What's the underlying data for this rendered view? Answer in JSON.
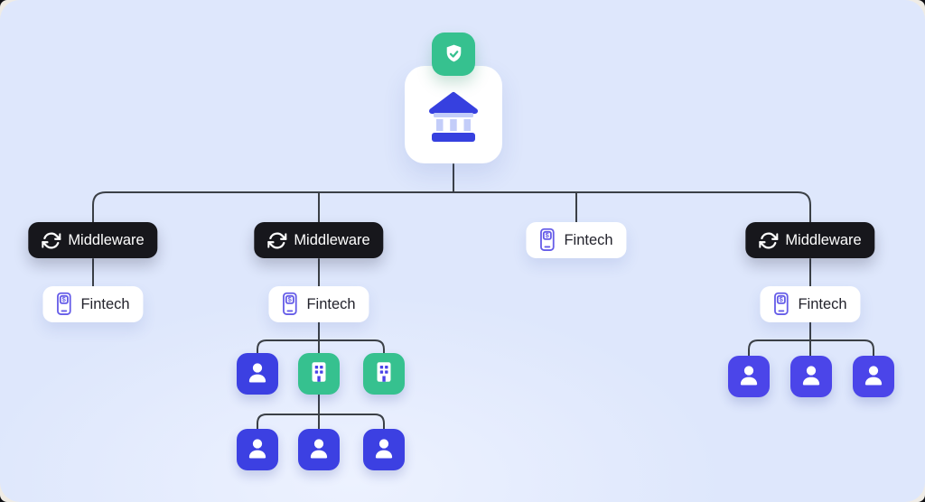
{
  "colors": {
    "canvas_bg": "#dee7fc",
    "frame_bg": "#efece6",
    "pill_dark_bg": "#17171c",
    "pill_light_bg": "#ffffff",
    "text_on_dark": "#ffffff",
    "text_on_light": "#23232c",
    "connector_line": "#3b4046",
    "blue_tile": "#3c40e2",
    "indigo_tile": "#4b45e9",
    "green_tile": "#36c18f",
    "bank_blue": "#3640df",
    "bank_light_blue": "#c3cdf9",
    "phone_purple": "#655ce8"
  },
  "root": {
    "main_icon": "bank-icon",
    "badge_icon": "shield-check-icon"
  },
  "branches": [
    {
      "middleware_label": "Middleware",
      "fintech_label": "Fintech",
      "children": [],
      "grandchildren": []
    },
    {
      "middleware_label": "Middleware",
      "fintech_label": "Fintech",
      "children": [
        "user",
        "building",
        "building"
      ],
      "grandchildren": [
        "user",
        "user",
        "user"
      ]
    },
    {
      "fintech_label": "Fintech",
      "children": [],
      "grandchildren": []
    },
    {
      "middleware_label": "Middleware",
      "fintech_label": "Fintech",
      "children": [
        "user",
        "user",
        "user"
      ],
      "grandchildren": []
    }
  ]
}
